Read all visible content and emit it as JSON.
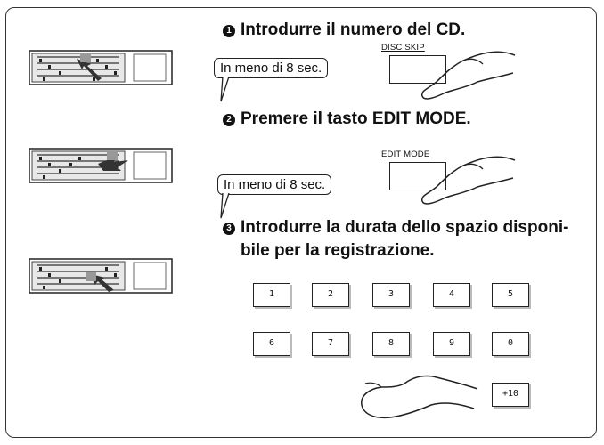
{
  "steps": [
    {
      "number": "1",
      "title": "Introdurre il numero del CD.",
      "callout": "In meno di 8 sec.",
      "key_label": "DISC  SKIP"
    },
    {
      "number": "2",
      "title": "Premere il tasto EDIT MODE.",
      "callout": "In meno di 8 sec.",
      "key_label": "EDIT  MODE"
    },
    {
      "number": "3",
      "title_line1": "Introdurre la durata dello spazio disponi-",
      "title_line2": "bile per la registrazione."
    }
  ],
  "keypad": {
    "row1": [
      "1",
      "2",
      "3",
      "4",
      "5"
    ],
    "row2": [
      "6",
      "7",
      "8",
      "9",
      "0"
    ],
    "extra": "+10"
  }
}
